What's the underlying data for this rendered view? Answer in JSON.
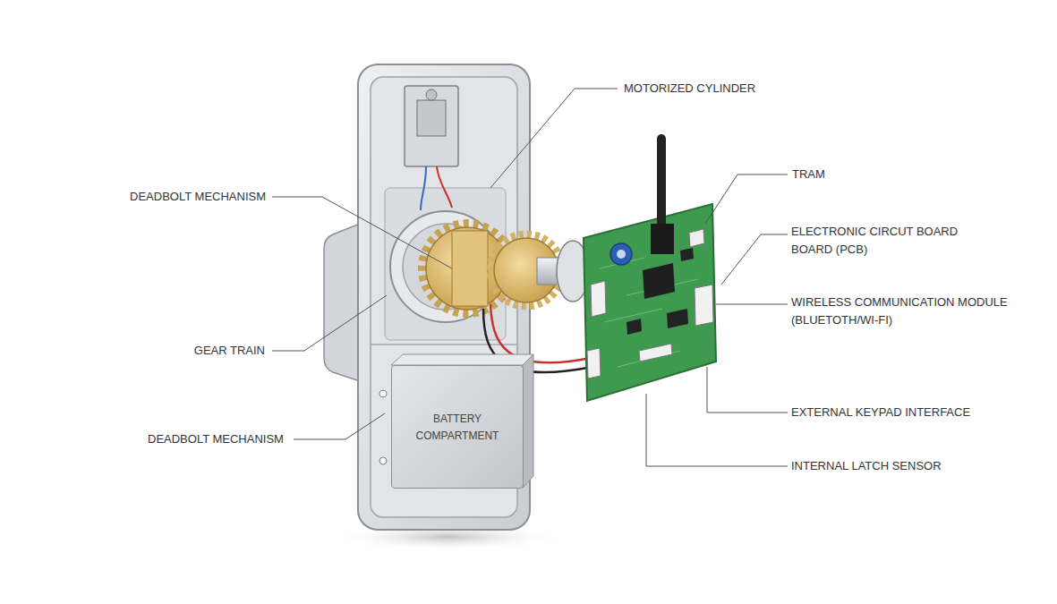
{
  "diagram": {
    "nodes": [
      {
        "text": [
          "BATTERY COMPARTMENT"
        ]
      }
    ],
    "labels": [
      "MOTORIZED CYLINDER",
      "TRAM",
      "ELECTRONIC CIRCUT BOARD BOARD (PCB)",
      "DEADBOLT MECHANISM",
      "WIRELESS COMMUNICATION MODULE (BLUETOTH/WI-FI)",
      "GEAR TRAIN",
      "EXTERNAL KEYPAD INTERFACE",
      "DEADBOLT MECHANISM",
      "INTERNAL LATCH SENSOR"
    ]
  }
}
